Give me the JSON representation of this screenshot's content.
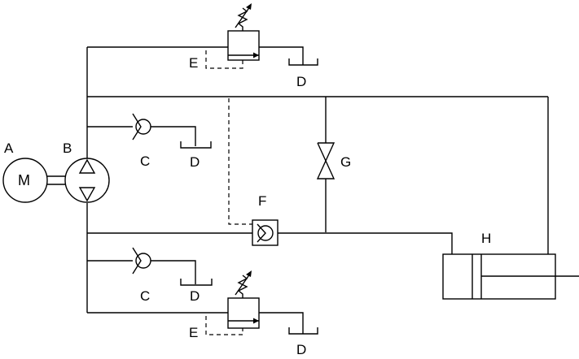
{
  "labels": {
    "motor_callout": "A",
    "motor_symbol": "M",
    "pump_callout": "B",
    "check_valve": "C",
    "tank": "D",
    "pilot_line": "E",
    "pilot_check_valve": "F",
    "throttle_valve": "G",
    "cylinder": "H"
  }
}
